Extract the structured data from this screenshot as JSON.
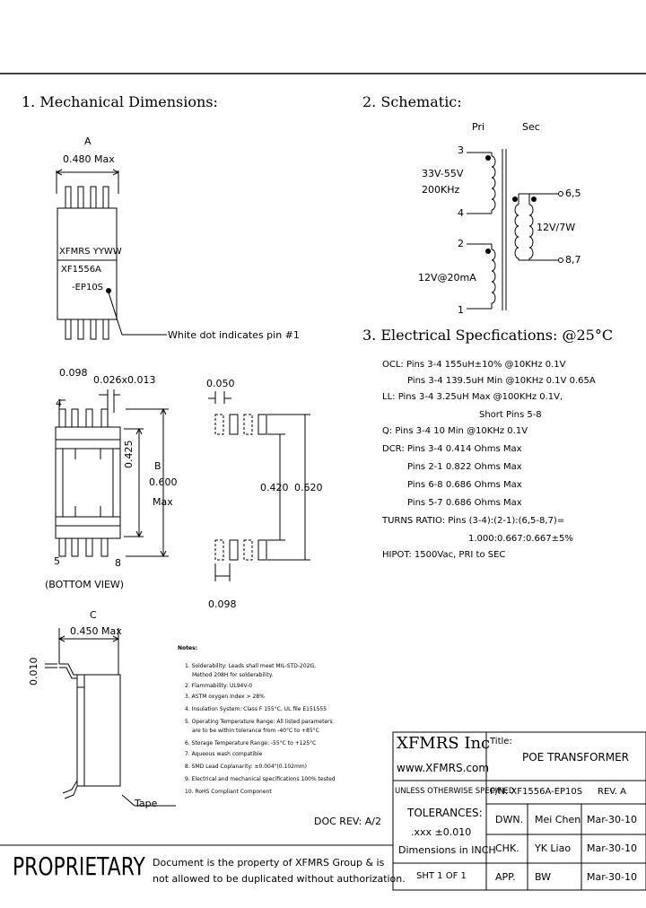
{
  "sections": {
    "mechanical_title": "1. Mechanical Dimensions:",
    "schematic_title": "2. Schematic:",
    "electrical_title": "3. Electrical Specfications: @25°C"
  },
  "mechanical": {
    "dim_a_label": "A",
    "dim_a_value": "0.480 Max",
    "marking_line1": "XFMRS YYWW",
    "marking_line2": "XF1556A",
    "marking_line3": "-EP10S",
    "white_dot_note": "White dot indicates pin #1",
    "bottom_top_left": "0.098",
    "bottom_top_right": "0.026x0.013",
    "bottom_pin_1": "4",
    "bottom_pin_5": "5",
    "bottom_pin_8": "8",
    "dim_0425": "0.425",
    "dim_b_label": "B",
    "dim_b_value": "0.600",
    "dim_b_max": "Max",
    "bottom_view": "(BOTTOM VIEW)",
    "pad_top": "0.050",
    "pad_420": "0.420",
    "pad_620": "0.620",
    "pad_bottom": "0.098",
    "dim_c_label": "C",
    "dim_c_value": "0.450 Max",
    "side_010": "0.010",
    "tape_label": "Tape"
  },
  "schematic": {
    "pri_label": "Pri",
    "sec_label": "Sec",
    "pin3": "3",
    "pin4": "4",
    "pin2": "2",
    "pin1": "1",
    "volt_in": "33V-55V",
    "freq": "200KHz",
    "current": "12V@20mA",
    "pin65": "6,5",
    "pin87": "8,7",
    "sec_rating": "12V/7W"
  },
  "electrical": {
    "lines": [
      "OCL: Pins 3-4 155uH±10% @10KHz 0.1V",
      "Pins 3-4 139.5uH Min @10KHz 0.1V 0.65A",
      "LL: Pins 3-4 3.25uH Max @100KHz 0.1V,",
      "Short Pins 5-8",
      "Q: Pins 3-4 10 Min @10KHz 0.1V",
      "DCR: Pins 3-4 0.414 Ohms Max",
      "Pins 2-1 0.822 Ohms Max",
      "Pins 6-8 0.686 Ohms Max",
      "Pins 5-7 0.686 Ohms Max",
      "TURNS RATIO: Pins (3-4):(2-1):(6,5-8,7)=",
      "1.000:0.667:0.667±5%",
      "HIPOT: 1500Vac, PRI to SEC"
    ]
  },
  "notes": {
    "title": "Notes:",
    "items": [
      "1. Solderability: Leads shall meet MIL-STD-202G,",
      "Method 208H for solderability.",
      "2. Flammability: UL94V-0",
      "3. ASTM oxygen Index > 28%",
      "4. Insulation System: Class F 155°C, UL file E151555",
      "5. Operating Temperature Range: All listed parameters",
      "are to be within tolerance from -40°C to +85°C",
      "6. Storage Temperature Range: -55°C to +125°C",
      "7. Aqueous wash compatible",
      "8. SMD Lead Coplanarity: ±0.004\"(0.102mm)",
      "9. Electrical and mechanical specifications 100% tested",
      "10. RoHS Compliant Component"
    ]
  },
  "doc_rev": "DOC REV: A/2",
  "title_block": {
    "company": "XFMRS Inc",
    "website": "www.XFMRS.com",
    "title_label": "Title:",
    "title_value": "POE TRANSFORMER",
    "unless": "UNLESS OTHERWISE SPECIFIED",
    "pn": "P/N: XF1556A-EP10S",
    "rev": "REV. A",
    "tolerances": "TOLERANCES:",
    "tol_value": ".xxx ±0.010",
    "dimensions": "Dimensions in INCH",
    "sheet": "SHT 1 OF 1",
    "rows": [
      {
        "role": "DWN.",
        "name": "Mei Chen",
        "date": "Mar-30-10"
      },
      {
        "role": "CHK.",
        "name": "YK Liao",
        "date": "Mar-30-10"
      },
      {
        "role": "APP.",
        "name": "BW",
        "date": "Mar-30-10"
      }
    ]
  },
  "proprietary": {
    "label": "PROPRIETARY",
    "line1": "Document is the property of XFMRS Group & is",
    "line2": "not allowed to be duplicated without authorization."
  }
}
